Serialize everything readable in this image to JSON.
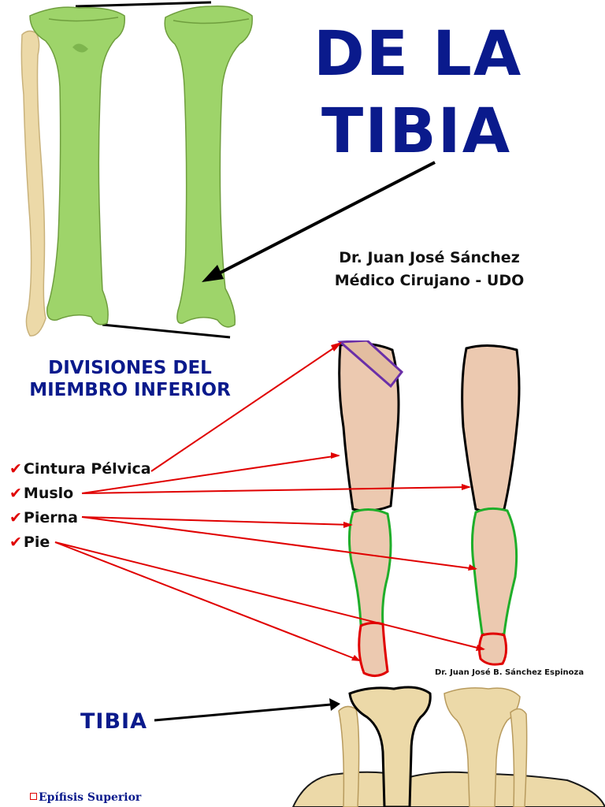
{
  "slide1": {
    "title_line1": "DE LA",
    "title_line2": "TIBIA",
    "author_line1": "Dr. Juan José Sánchez",
    "author_line2": "Médico Cirujano - UDO"
  },
  "slide2": {
    "title_line1": "DIVISIONES DEL",
    "title_line2": "MIEMBRO INFERIOR",
    "bullets": [
      "Cintura Pélvica",
      "Muslo",
      "Pierna",
      "Pie"
    ],
    "check_glyph": "✔",
    "credit": "Dr. Juan José B. Sánchez Espinoza",
    "colors": {
      "thigh_outline": "#000000",
      "leg_outline": "#1fae2a",
      "foot_outline": "#e00000",
      "pelvis_outline": "#6a2fa8",
      "arrows": "#e00000"
    }
  },
  "slide3": {
    "label": "TIBIA",
    "epifisis": "Epífisis Superior"
  },
  "colors": {
    "title_blue": "#0a1a8c",
    "tibia_green": "#9ed46a",
    "fibula_cream": "#ecd9a8"
  }
}
